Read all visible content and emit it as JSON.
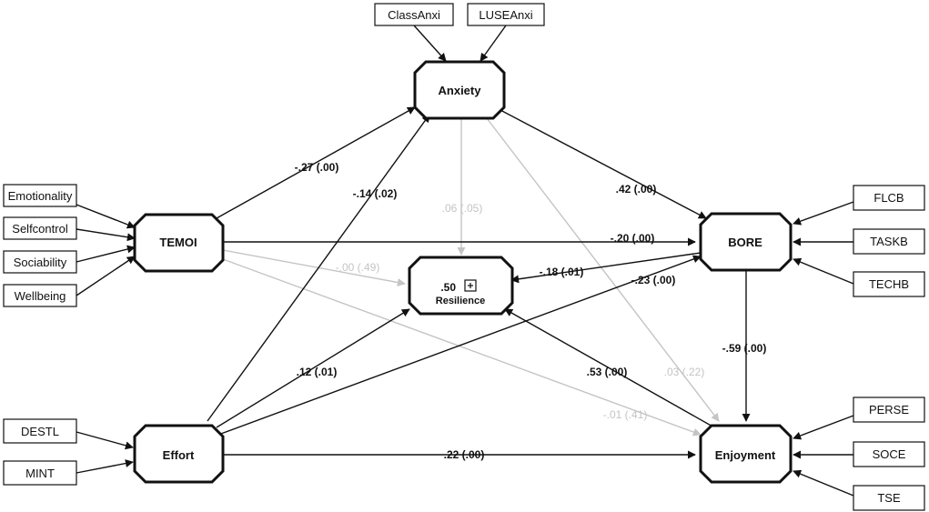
{
  "latents": {
    "anxiety": "Anxiety",
    "temoi": "TEMOI",
    "resilience": "Resilience",
    "resilience_r2": ".50",
    "bore": "BORE",
    "effort": "Effort",
    "enjoyment": "Enjoyment"
  },
  "indicators": {
    "classanxi": "ClassAnxi",
    "luseanxi": "LUSEAnxi",
    "emotionality": "Emotionality",
    "selfcontrol": "Selfcontrol",
    "sociability": "Sociability",
    "wellbeing": "Wellbeing",
    "destl": "DESTL",
    "mint": "MINT",
    "flcb": "FLCB",
    "taskb": "TASKB",
    "techb": "TECHB",
    "perse": "PERSE",
    "soce": "SOCE",
    "tse": "TSE"
  },
  "paths": {
    "temoi_anxiety": "-.27 (.00)",
    "effort_anxiety": "-.14 (.02)",
    "anxiety_resilience": ".06 (.05)",
    "anxiety_bore": ".42 (.00)",
    "temoi_bore": "-.20 (.00)",
    "temoi_resilience": "-.00 (.49)",
    "bore_resilience": "-.18 (.01)",
    "effort_bore": "-.23 (.00)",
    "effort_resilience": ".12 (.01)",
    "resilience_enjoyment": ".53 (.00)",
    "anxiety_enjoyment": ".03 (.22)",
    "temoi_enjoyment": "-.01 (.41)",
    "bore_enjoyment": "-.59 (.00)",
    "effort_enjoyment": ".22 (.00)"
  },
  "colors": {
    "significant": "#111111",
    "nonsignificant": "#c4c4c4"
  }
}
